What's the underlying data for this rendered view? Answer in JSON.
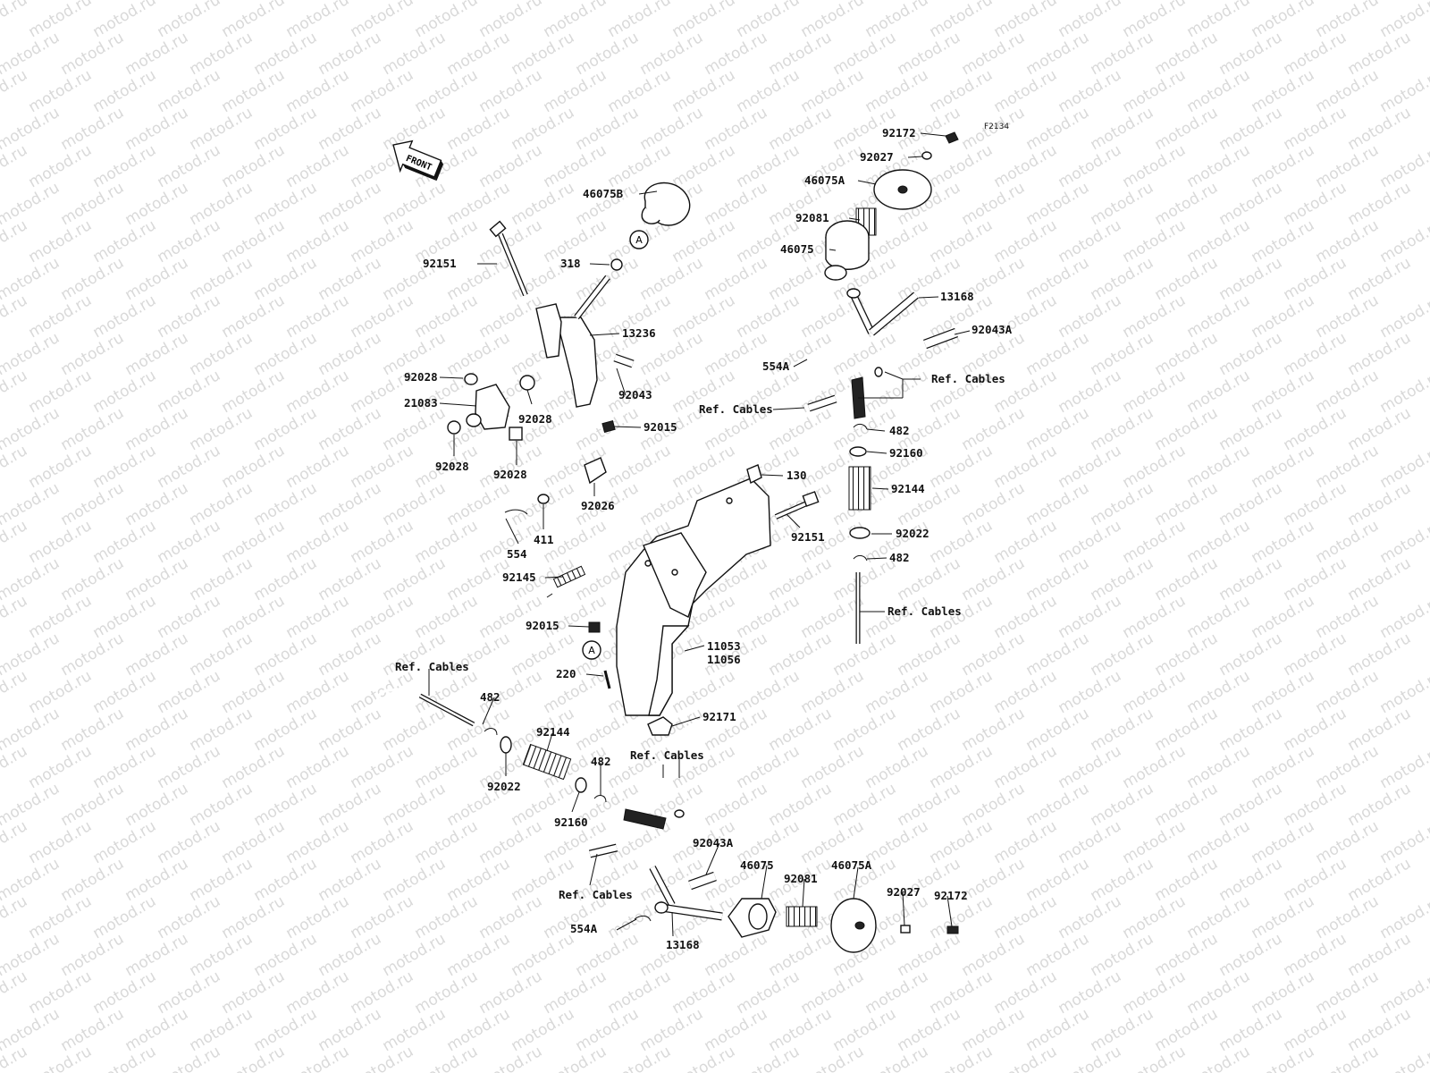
{
  "diagram_code": "F2134",
  "front_label": "FRONT",
  "ref_marker": "A",
  "watermark": "motod.ru",
  "labels": {
    "l_92172_top": "92172",
    "l_92027_top": "92027",
    "l_46075A_top": "46075A",
    "l_92081_top": "92081",
    "l_46075_top": "46075",
    "l_13168_top": "13168",
    "l_92043A_top": "92043A",
    "l_554A_top": "554A",
    "l_refcables_r1": "Ref. Cables",
    "l_refcables_r2": "Ref. Cables",
    "l_482_r1": "482",
    "l_92160_r": "92160",
    "l_92144_r": "92144",
    "l_92022_r": "92022",
    "l_482_r2": "482",
    "l_refcables_r3": "Ref. Cables",
    "l_46075B": "46075B",
    "l_318": "318",
    "l_92151_top": "92151",
    "l_13236": "13236",
    "l_92028_a": "92028",
    "l_21083": "21083",
    "l_92028_b": "92028",
    "l_92028_c": "92028",
    "l_92028_d": "92028",
    "l_92043": "92043",
    "l_92015_top": "92015",
    "l_92026": "92026",
    "l_554": "554",
    "l_411": "411",
    "l_130": "130",
    "l_92151_mid": "92151",
    "l_92145": "92145",
    "l_92015_mid": "92015",
    "l_11053": "11053",
    "l_11056": "11056",
    "l_220": "220",
    "l_92171": "92171",
    "l_refcables_l1": "Ref. Cables",
    "l_482_l1": "482",
    "l_92144_l": "92144",
    "l_92022_l": "92022",
    "l_482_l2": "482",
    "l_refcables_l2": "Ref. Cables",
    "l_92160_l": "92160",
    "l_92043A_bot": "92043A",
    "l_46075_bot": "46075",
    "l_92081_bot": "92081",
    "l_46075A_bot": "46075A",
    "l_92027_bot": "92027",
    "l_92172_bot": "92172",
    "l_refcables_l3": "Ref. Cables",
    "l_554A_bot": "554A",
    "l_13168_bot": "13168"
  }
}
